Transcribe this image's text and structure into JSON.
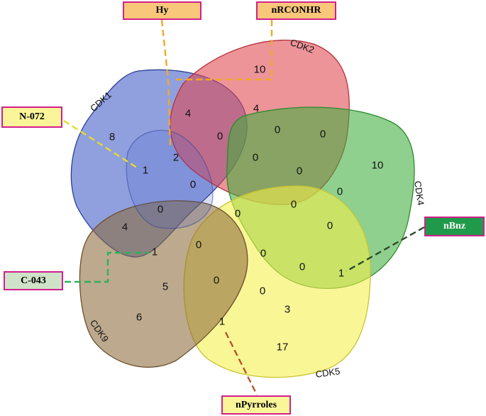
{
  "sets": [
    {
      "id": "CDK1",
      "label": "CDK1",
      "fill": "#3f5cc6",
      "stroke": "#2a3f9a"
    },
    {
      "id": "CDK2",
      "label": "CDK2",
      "fill": "#e0474f",
      "stroke": "#b5323c"
    },
    {
      "id": "CDK4",
      "label": "CDK4",
      "fill": "#3fae3c",
      "stroke": "#2b8a2a"
    },
    {
      "id": "CDK5",
      "label": "CDK5",
      "fill": "#f4f04a",
      "stroke": "#c9c431"
    },
    {
      "id": "CDK9",
      "label": "CDK9",
      "fill": "#8b6a3d",
      "stroke": "#6b4f2c"
    }
  ],
  "region_counts": {
    "cdk2_only": "10",
    "cdk1_only": "8",
    "cdk4_only": "10",
    "cdk9_only": "6",
    "cdk5_only": "17",
    "r_cdk1_cdk2": "4",
    "r_cdk2_a": "4",
    "r_top_a": "0",
    "r_top_b": "0",
    "r_top_c": "0",
    "r_hy": "2",
    "r_n072": "1",
    "r_center_ul": "0",
    "r_center_u": "0",
    "r_right_a": "0",
    "r_right_b": "0",
    "r_right_c": "0",
    "r_left_a": "0",
    "r_left_b": "4",
    "r_center": "0",
    "r_mid_r": "0",
    "r_c043": "1",
    "r_center_l": "0",
    "r_center_lr": "0",
    "r_right_low": "0",
    "r_bnz": "1",
    "r_low_left": "5",
    "r_low_mid": "0",
    "r_low_c": "0",
    "r_low_orange": "3",
    "r_pyrroles": "1"
  },
  "callouts": {
    "hy": {
      "label": "Hy",
      "fill": "#f9c77a",
      "line": "#f0a82a"
    },
    "nrconhr": {
      "label": "nRCONHR",
      "fill": "#f9c77a",
      "line": "#f0a82a"
    },
    "n072": {
      "label": "N-072",
      "fill": "#fbf59a",
      "line": "#e5dc2a"
    },
    "c043": {
      "label": "C-043",
      "fill": "#cfe3c8",
      "line": "#2fb05a"
    },
    "nbnz": {
      "label": "nBnz",
      "fill": "#1f9a4a",
      "line": "#2c4a2a",
      "text": "#ffffff"
    },
    "npyrroles": {
      "label": "nPyrroles",
      "fill": "#fbf59a",
      "line": "#b5562a"
    }
  }
}
